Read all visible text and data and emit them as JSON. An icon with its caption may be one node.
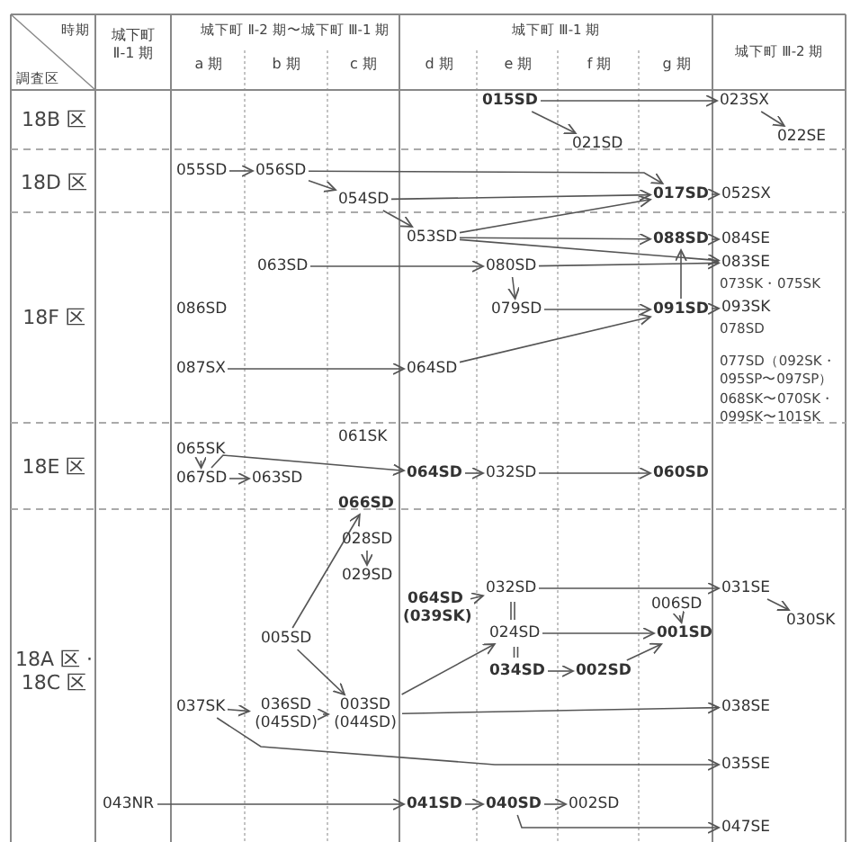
{
  "diagram": {
    "nodes": [
      {
        "text": [
          "015SD"
        ]
      },
      {
        "text": [
          "021SD"
        ]
      },
      {
        "text": [
          "023SX"
        ]
      },
      {
        "text": [
          "022SE"
        ]
      },
      {
        "text": [
          "055SD"
        ]
      },
      {
        "text": [
          "056SD"
        ]
      },
      {
        "text": [
          "054SD"
        ]
      },
      {
        "text": [
          "017SD"
        ]
      },
      {
        "text": [
          "052SX"
        ]
      },
      {
        "text": [
          "053SD"
        ]
      },
      {
        "text": [
          "088SD"
        ]
      },
      {
        "text": [
          "084SE"
        ]
      },
      {
        "text": [
          "063SD"
        ]
      },
      {
        "text": [
          "080SD"
        ]
      },
      {
        "text": [
          "083SE"
        ]
      },
      {
        "text": [
          "079SD"
        ]
      },
      {
        "text": [
          "091SD"
        ]
      },
      {
        "text": [
          "093SK"
        ]
      },
      {
        "text": [
          "086SD"
        ]
      },
      {
        "text": [
          "087SX"
        ]
      },
      {
        "text": [
          "064SD"
        ]
      },
      {
        "text": [
          "065SK"
        ]
      },
      {
        "text": [
          "067SD"
        ]
      },
      {
        "text": [
          "063SD"
        ]
      },
      {
        "text": [
          "061SK"
        ]
      },
      {
        "text": [
          "064SD"
        ]
      },
      {
        "text": [
          "032SD"
        ]
      },
      {
        "text": [
          "060SD"
        ]
      },
      {
        "text": [
          "066SD"
        ]
      },
      {
        "text": [
          "028SD"
        ]
      },
      {
        "text": [
          "029SD"
        ]
      },
      {
        "text": [
          "064SD (039SK)"
        ]
      },
      {
        "text": [
          "032SD"
        ]
      },
      {
        "text": [
          "031SE"
        ]
      },
      {
        "text": [
          "030SK"
        ]
      },
      {
        "text": [
          "006SD"
        ]
      },
      {
        "text": [
          "024SD"
        ]
      },
      {
        "text": [
          "001SD"
        ]
      },
      {
        "text": [
          "005SD"
        ]
      },
      {
        "text": [
          "034SD"
        ]
      },
      {
        "text": [
          "002SD"
        ]
      },
      {
        "text": [
          "037SK"
        ]
      },
      {
        "text": [
          "036SD (045SD)"
        ]
      },
      {
        "text": [
          "003SD (044SD)"
        ]
      },
      {
        "text": [
          "038SE"
        ]
      },
      {
        "text": [
          "035SE"
        ]
      },
      {
        "text": [
          "043NR"
        ]
      },
      {
        "text": [
          "041SD"
        ]
      },
      {
        "text": [
          "040SD"
        ]
      },
      {
        "text": [
          "002SD"
        ]
      },
      {
        "text": [
          "047SE"
        ]
      }
    ],
    "edges": [
      {
        "from": 0,
        "to": 2,
        "arrow": "to"
      },
      {
        "from": 0,
        "to": 1,
        "arrow": "to"
      },
      {
        "from": 2,
        "to": 3,
        "arrow": "to"
      },
      {
        "from": 4,
        "to": 5,
        "arrow": "to"
      },
      {
        "from": 5,
        "to": 7,
        "arrow": "to"
      },
      {
        "from": 5,
        "to": 6,
        "arrow": "to"
      },
      {
        "from": 6,
        "to": 7,
        "arrow": "to"
      },
      {
        "from": 6,
        "to": 9,
        "arrow": "to"
      },
      {
        "from": 7,
        "to": 8,
        "arrow": "to"
      },
      {
        "from": 9,
        "to": 7,
        "arrow": "to"
      },
      {
        "from": 9,
        "to": 10,
        "arrow": "to"
      },
      {
        "from": 9,
        "to": 14,
        "arrow": "to"
      },
      {
        "from": 10,
        "to": 11,
        "arrow": "to"
      },
      {
        "from": 12,
        "to": 13,
        "arrow": "to"
      },
      {
        "from": 13,
        "to": 14,
        "arrow": "to"
      },
      {
        "from": 13,
        "to": 15,
        "arrow": "to"
      },
      {
        "from": 15,
        "to": 16,
        "arrow": "to"
      },
      {
        "from": 16,
        "to": 10,
        "arrow": "to"
      },
      {
        "from": 16,
        "to": 17,
        "arrow": "to"
      },
      {
        "from": 19,
        "to": 20,
        "arrow": "to"
      },
      {
        "from": 20,
        "to": 16,
        "arrow": "to"
      },
      {
        "from": 21,
        "to": 22,
        "arrow": "to"
      },
      {
        "from": 22,
        "to": 25,
        "arrow": "to"
      },
      {
        "from": 22,
        "to": 23,
        "arrow": "to"
      },
      {
        "from": 25,
        "to": 26,
        "arrow": "to"
      },
      {
        "from": 26,
        "to": 27,
        "arrow": "to"
      },
      {
        "from": 38,
        "to": 28,
        "arrow": "to"
      },
      {
        "from": 29,
        "to": 30,
        "arrow": "to"
      },
      {
        "from": 31,
        "to": 32,
        "arrow": "to"
      },
      {
        "from": 32,
        "to": 33,
        "arrow": "to"
      },
      {
        "from": 33,
        "to": 34,
        "arrow": "to"
      },
      {
        "from": 32,
        "to": 36,
        "arrow": "none"
      },
      {
        "from": 36,
        "to": 39,
        "arrow": "none"
      },
      {
        "from": 35,
        "to": 37,
        "arrow": "to"
      },
      {
        "from": 36,
        "to": 37,
        "arrow": "to"
      },
      {
        "from": 39,
        "to": 40,
        "arrow": "to"
      },
      {
        "from": 40,
        "to": 37,
        "arrow": "to"
      },
      {
        "from": 38,
        "to": 43,
        "arrow": "to"
      },
      {
        "from": 41,
        "to": 42,
        "arrow": "to"
      },
      {
        "from": 42,
        "to": 43,
        "arrow": "to"
      },
      {
        "from": 43,
        "to": 36,
        "arrow": "to"
      },
      {
        "from": 43,
        "to": 44,
        "arrow": "to"
      },
      {
        "from": 41,
        "to": 45,
        "arrow": "to"
      },
      {
        "from": 46,
        "to": 47,
        "arrow": "to"
      },
      {
        "from": 47,
        "to": 48,
        "arrow": "to"
      },
      {
        "from": 48,
        "to": 49,
        "arrow": "to"
      },
      {
        "from": 48,
        "to": 50,
        "arrow": "to"
      }
    ],
    "labels": [
      "時期",
      "調査区",
      "城下町 Ⅱ-1 期",
      "城下町 Ⅱ-2 期〜城下町 Ⅲ-1 期",
      "a 期",
      "b 期",
      "c 期",
      "城下町 Ⅲ-1 期",
      "d 期",
      "e 期",
      "f 期",
      "g 期",
      "城下町 Ⅲ-2 期",
      "18B 区",
      "18D 区",
      "18F 区",
      "18E 区",
      "18A 区 · 18C 区",
      "073SK・075SK",
      "078SD",
      "077SD（092SK・095SP〜097SP）",
      "068SK〜070SK・099SK〜101SK"
    ]
  }
}
